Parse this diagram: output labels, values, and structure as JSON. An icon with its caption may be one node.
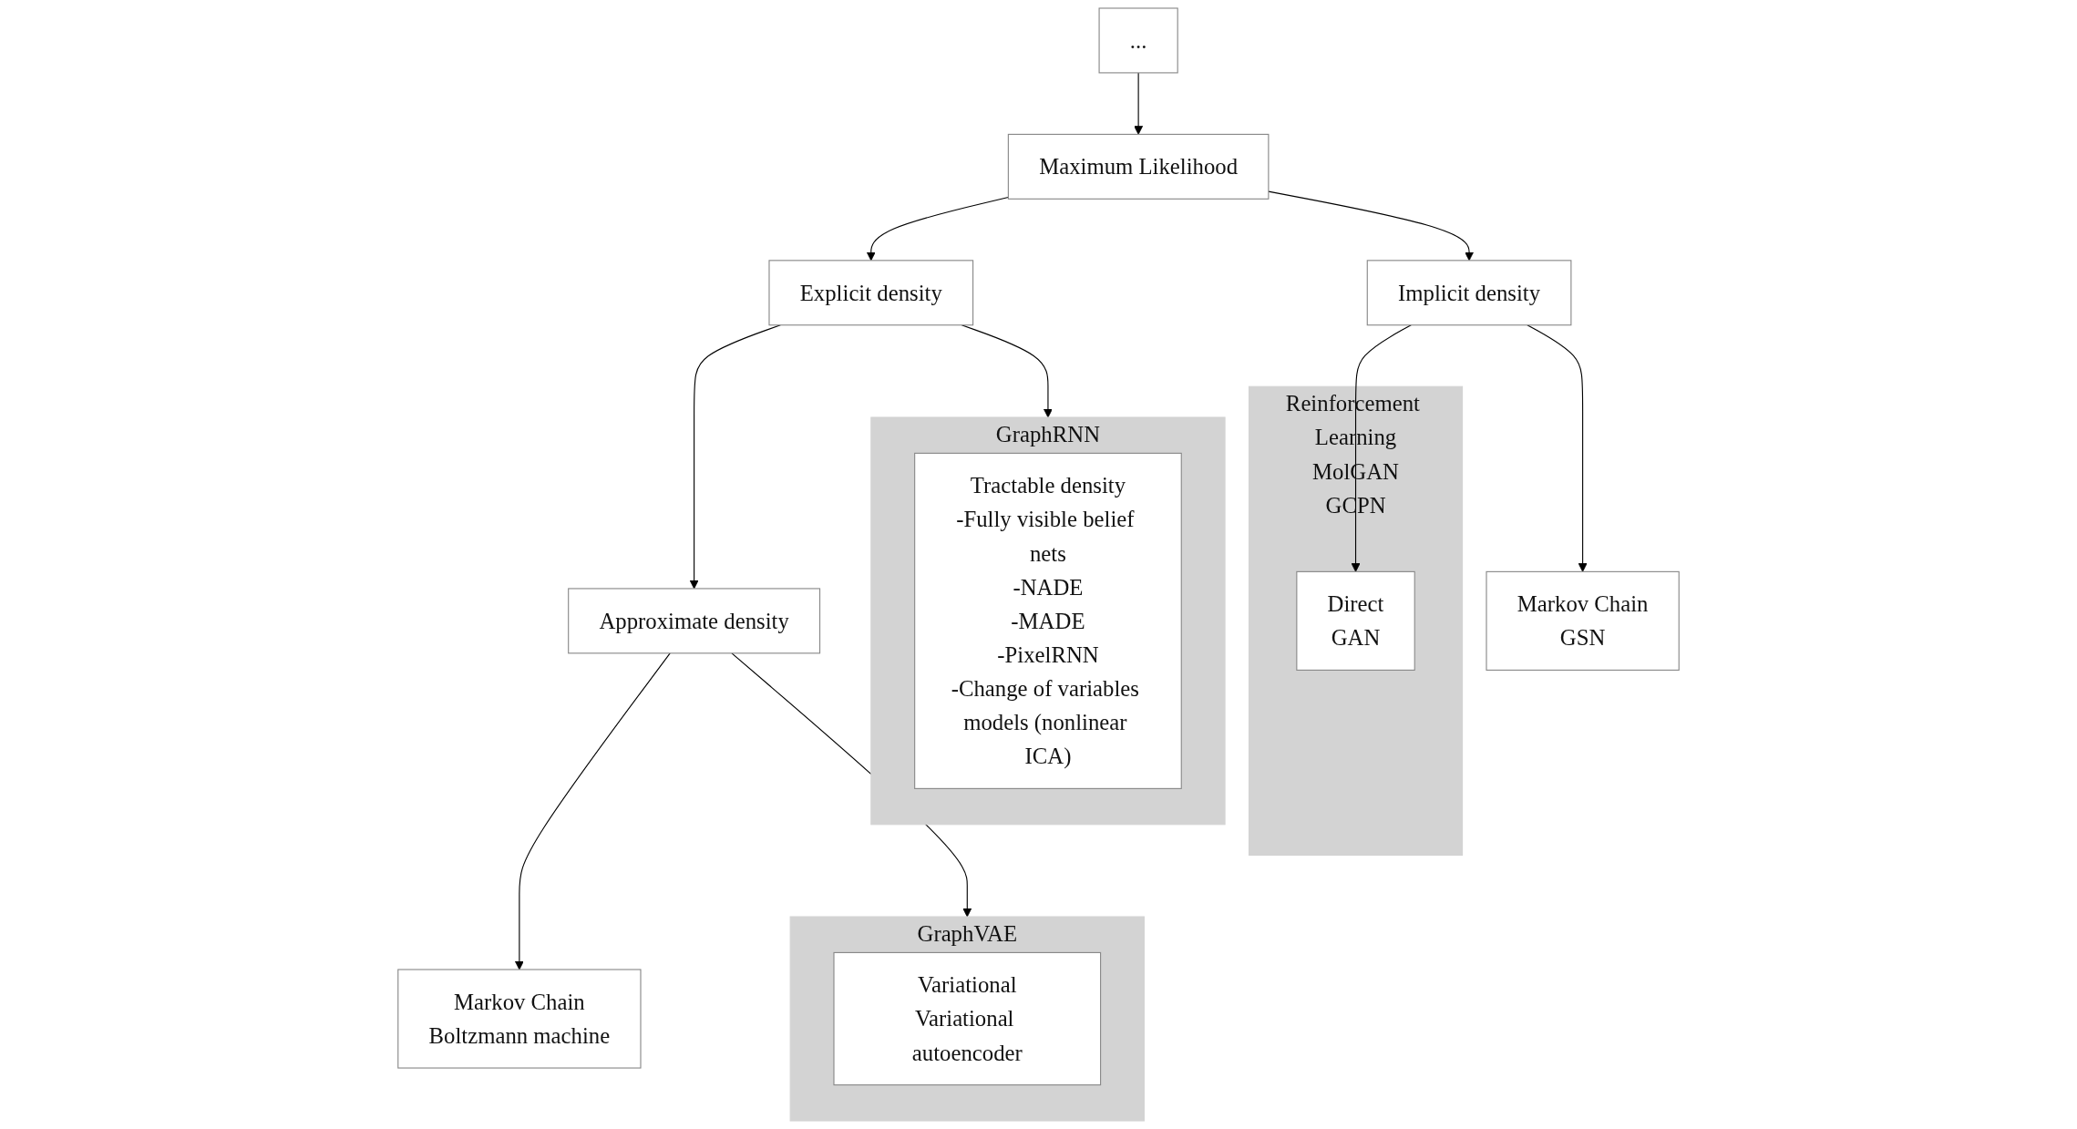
{
  "diagram": {
    "nodes": [
      {
        "text": [
          "..."
        ]
      },
      {
        "text": [
          "Maximum Likelihood"
        ]
      },
      {
        "text": [
          "Explicit density"
        ]
      },
      {
        "text": [
          "Implicit density"
        ]
      },
      {
        "text": [
          "Reinforcement Learning",
          "MolGAN",
          "GCPN"
        ]
      },
      {
        "text": [
          "Direct",
          "GAN"
        ],
        "in": 4
      },
      {
        "text": [
          "GraphRNN"
        ]
      },
      {
        "text": [
          "Tractable density",
          "-Fully visible belief nets",
          "-NADE",
          "-MADE",
          "-PixelRNN",
          "-Change of variables models (nonlinear ICA)"
        ],
        "in": 6
      },
      {
        "text": [
          "Approximate density"
        ]
      },
      {
        "text": [
          "Markov Chain",
          "GSN"
        ]
      },
      {
        "text": [
          "GraphVAE"
        ]
      },
      {
        "text": [
          "Variational",
          "Variational autoencoder"
        ],
        "in": 10
      },
      {
        "text": [
          "Markov Chain",
          "Boltzmann machine"
        ]
      }
    ],
    "edges": [
      {
        "from": 0,
        "to": 1,
        "arrow": "to"
      },
      {
        "from": 1,
        "to": 2,
        "arrow": "to"
      },
      {
        "from": 1,
        "to": 3,
        "arrow": "to"
      },
      {
        "from": 3,
        "to": 5,
        "arrow": "to"
      },
      {
        "from": 2,
        "to": 6,
        "arrow": "to"
      },
      {
        "from": 2,
        "to": 8,
        "arrow": "to"
      },
      {
        "from": 3,
        "to": 9,
        "arrow": "to"
      },
      {
        "from": 8,
        "to": 10,
        "arrow": "to"
      },
      {
        "from": 8,
        "to": 12,
        "arrow": "to"
      }
    ]
  }
}
